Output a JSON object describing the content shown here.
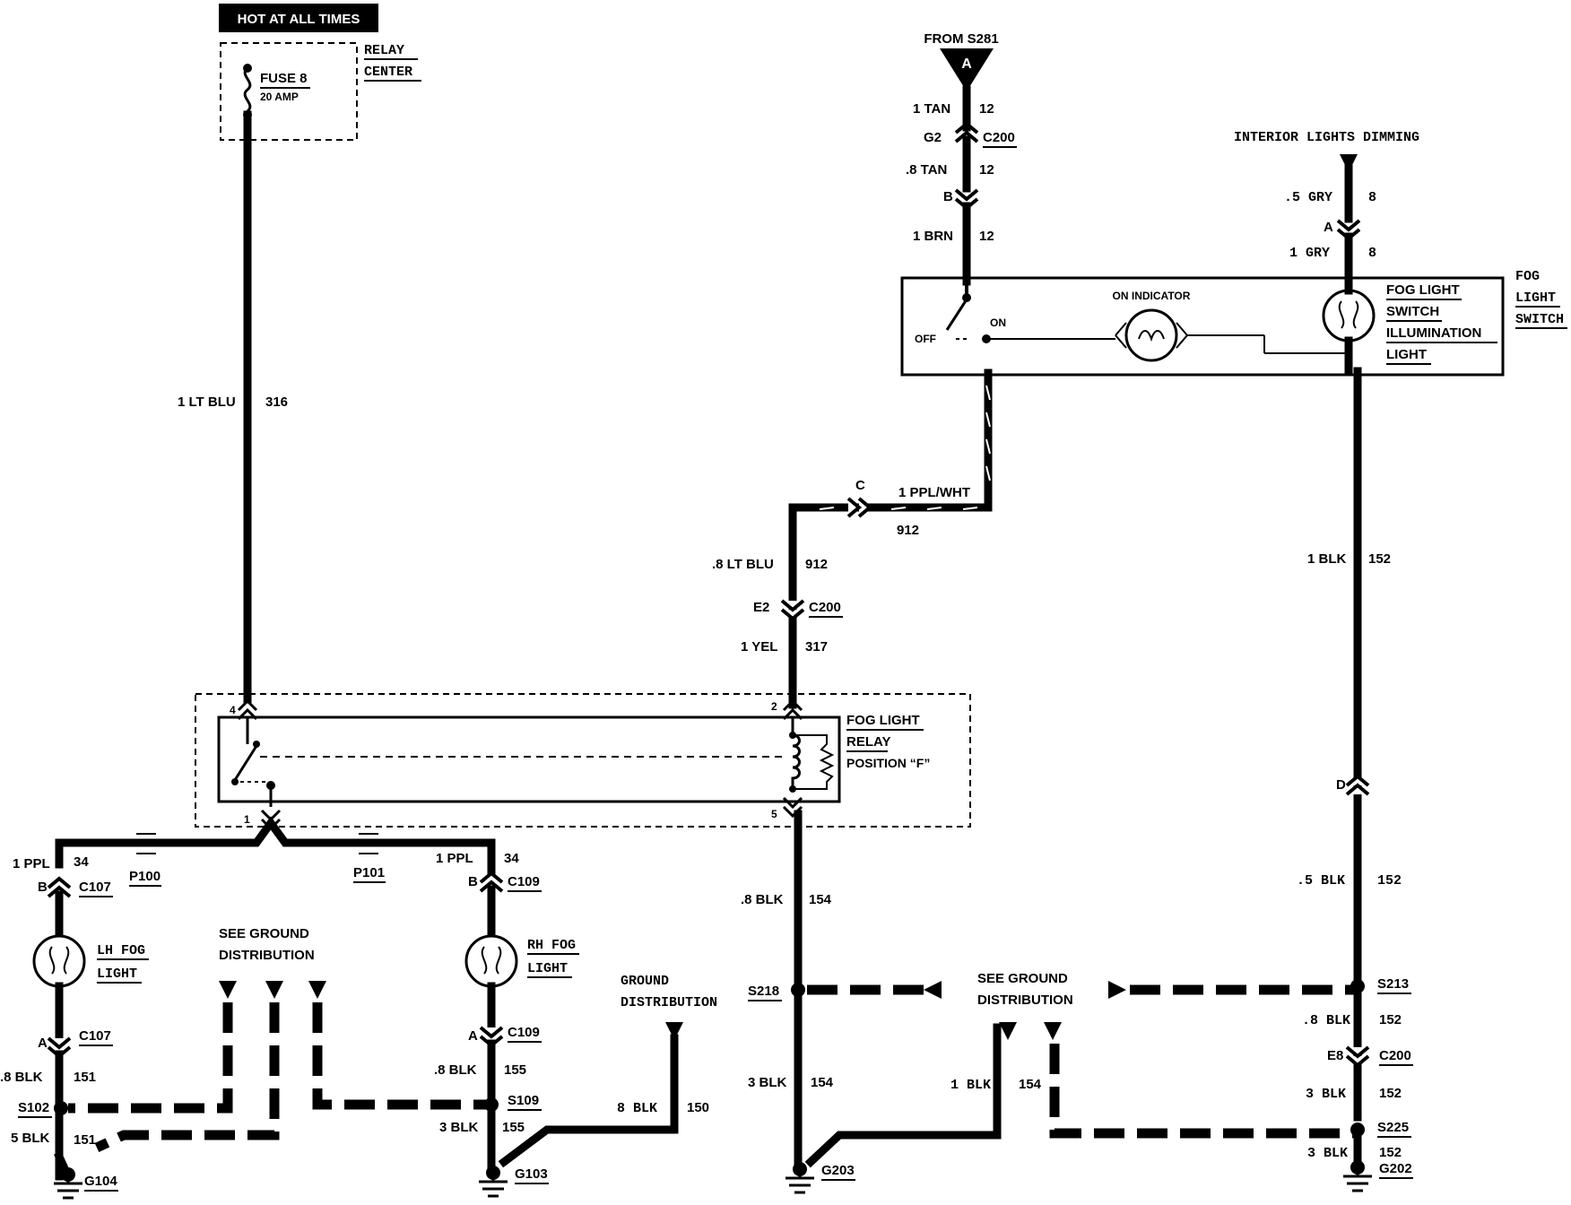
{
  "header": {
    "hot_label": "HOT AT ALL TIMES"
  },
  "relay_center": {
    "title1": "RELAY",
    "title2": "CENTER",
    "fuse": "FUSE 8",
    "amp": "20 AMP"
  },
  "source": {
    "from": "FROM S281",
    "terminal": "A"
  },
  "dimming": {
    "label": "INTERIOR LIGHTS DIMMING"
  },
  "wires": {
    "w1tan": "1 TAN",
    "w1tan_n": "12",
    "g2": "G2",
    "c200a": "C200",
    "w8tan": ".8 TAN",
    "w8tan_n": "12",
    "b": "B",
    "w1brn": "1 BRN",
    "w1brn_n": "12",
    "w5gry": ".5 GRY",
    "w5gry_n": "8",
    "a": "A",
    "w1gry": "1 GRY",
    "w1gry_n": "8",
    "ltblu": "1 LT BLU",
    "ltblu_n": "316",
    "c": "C",
    "pplwht": "1 PPL/WHT",
    "pplwht_n": "912",
    "ltblu8": ".8 LT BLU",
    "ltblu8_n": "912",
    "e2": "E2",
    "c200b": "C200",
    "yel": "1 YEL",
    "yel_n": "317",
    "blk1": "1 BLK",
    "blk1_n": "152",
    "d": "D",
    "blk5": ".5  BLK",
    "blk5_n": "152",
    "ppl_l": "1 PPL",
    "ppl_l_n": "34",
    "ppl_r": "1 PPL",
    "ppl_r_n": "34",
    "b_l": "B",
    "c107a": "C107",
    "b_r": "B",
    "c109a": "C109",
    "p100": "P100",
    "p101": "P101",
    "a_l": "A",
    "c107b": "C107",
    "a_r": "A",
    "c109b": "C109",
    "blk8_l": ".8 BLK",
    "blk8_l_n": "151",
    "s102": "S102",
    "blk5_l": "5 BLK",
    "blk5_l_n": "151",
    "g104": "G104",
    "blk8_r": ".8 BLK",
    "blk8_r_n": "155",
    "s109": "S109",
    "blk3_r": "3 BLK",
    "blk3_r_n": "155",
    "g103": "G103",
    "blk8_g": "8  BLK",
    "blk8_g_n": "150",
    "blk154": ".8 BLK",
    "blk154_n": "154",
    "s218": "S218",
    "blk3_154": "3 BLK",
    "blk3_154_n": "154",
    "g203": "G203",
    "blk1_154": "1  BLK",
    "blk1_154_n": "154",
    "s213": "S213",
    "blk8_152": ".8  BLK",
    "blk8_152_n": "152",
    "e8": "E8",
    "c200c": "C200",
    "blk3_152": "3  BLK",
    "blk3_152_n": "152",
    "s225": "S225",
    "blk3_152b": "3  BLK",
    "blk3_152b_n": "152",
    "g202": "G202"
  },
  "switch": {
    "on_indicator": "ON INDICATOR",
    "off": "OFF",
    "on": "ON",
    "illum1": "FOG LIGHT",
    "illum2": "SWITCH",
    "illum3": "ILLUMINATION",
    "illum4": "LIGHT",
    "title1": "FOG",
    "title2": "LIGHT",
    "title3": "SWITCH"
  },
  "relay": {
    "title1": "FOG LIGHT",
    "title2": "RELAY",
    "title3": "POSITION “F”",
    "pin4": "4",
    "pin2": "2",
    "pin1": "1",
    "pin5": "5"
  },
  "lamps": {
    "lh1": "LH FOG",
    "lh2": "LIGHT",
    "rh1": "RH FOG",
    "rh2": "LIGHT"
  },
  "ground_dist": {
    "see1": "SEE GROUND",
    "see2": "DISTRIBUTION",
    "gd1": "GROUND",
    "gd2": "DISTRIBUTION",
    "see3": "SEE GROUND",
    "see4": "DISTRIBUTION"
  }
}
